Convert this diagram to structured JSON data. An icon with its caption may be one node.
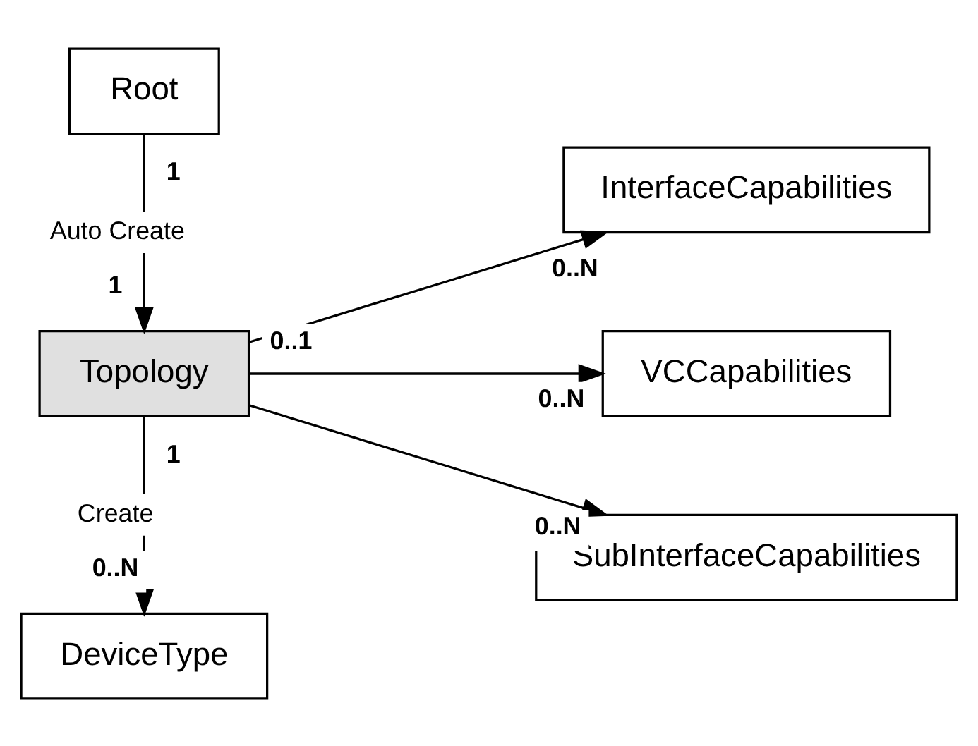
{
  "diagram": {
    "nodes": [
      {
        "text": [
          "Root"
        ]
      },
      {
        "text": [
          "Topology"
        ]
      },
      {
        "text": [
          "InterfaceCapabilities"
        ]
      },
      {
        "text": [
          "VCCapabilities"
        ]
      },
      {
        "text": [
          "SubInterfaceCapabilities"
        ]
      },
      {
        "text": [
          "DeviceType"
        ]
      }
    ],
    "edges": [
      {
        "from": 0,
        "to": 1,
        "arrow": "to",
        "label": "Auto Create"
      },
      {
        "from": 1,
        "to": 2,
        "arrow": "to"
      },
      {
        "from": 1,
        "to": 3,
        "arrow": "to"
      },
      {
        "from": 1,
        "to": 4,
        "arrow": "to"
      },
      {
        "from": 1,
        "to": 5,
        "arrow": "to",
        "label": "Create"
      }
    ],
    "labels": [
      "1",
      "1",
      "0..N",
      "0..1",
      "0..N",
      "0..N",
      "1",
      "0..N"
    ]
  }
}
